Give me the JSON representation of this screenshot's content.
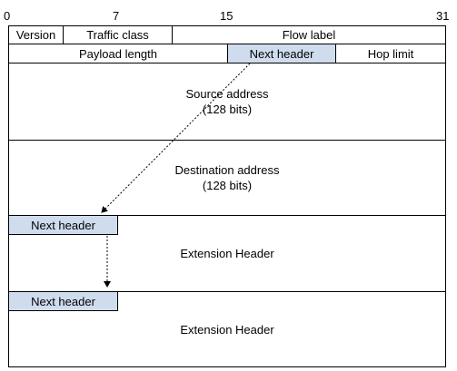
{
  "bit_ticks": [
    "0",
    "7",
    "15",
    "31"
  ],
  "row1": {
    "version": "Version",
    "traffic_class": "Traffic class",
    "flow_label": "Flow label"
  },
  "row2": {
    "payload_length": "Payload length",
    "next_header": "Next header",
    "hop_limit": "Hop limit"
  },
  "source": {
    "title": "Source address",
    "size": "(128 bits)"
  },
  "destination": {
    "title": "Destination address",
    "size": "(128 bits)"
  },
  "ext1": {
    "next_header": "Next header",
    "label": "Extension Header"
  },
  "ext2": {
    "next_header": "Next header",
    "label": "Extension Header"
  },
  "colors": {
    "highlight": "#cfdcee",
    "border": "#000000"
  }
}
